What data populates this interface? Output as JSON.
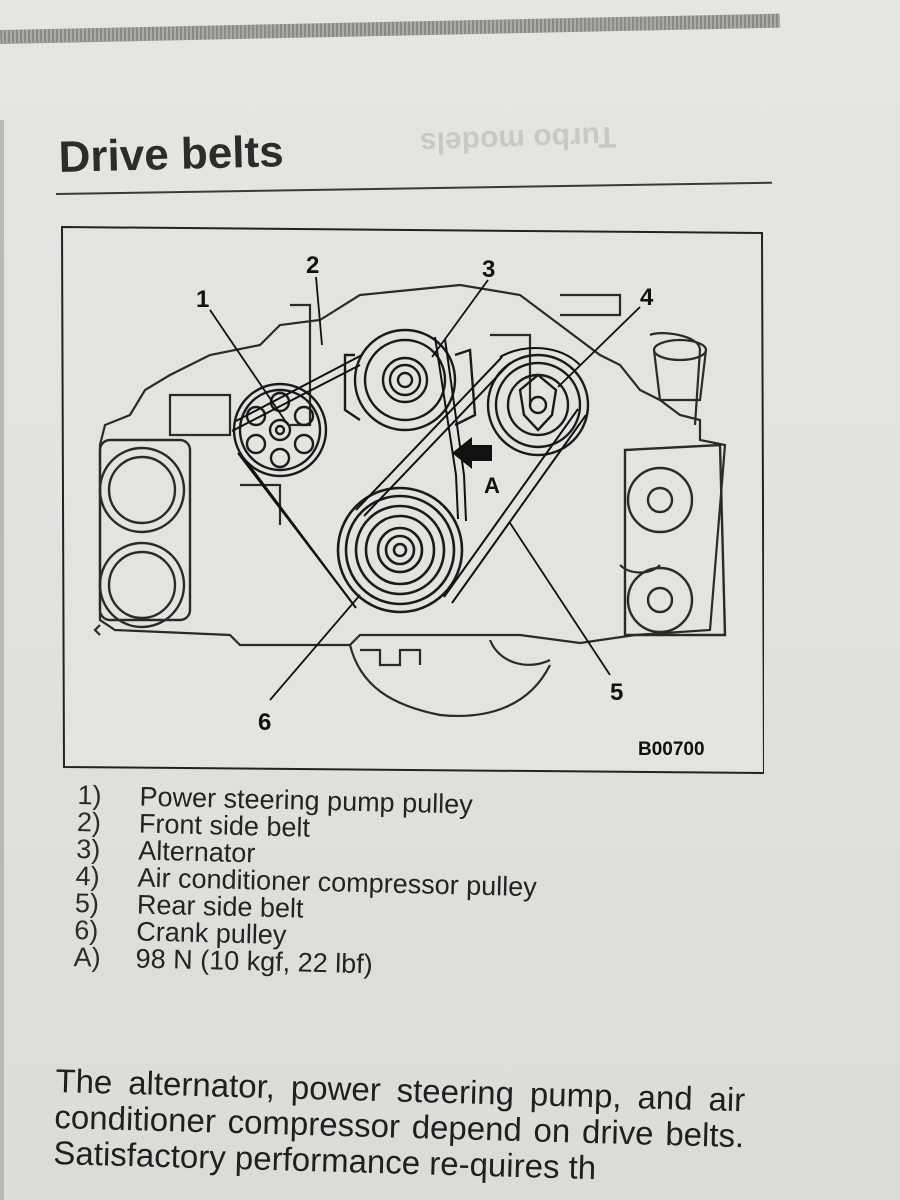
{
  "section": {
    "title": "Drive belts",
    "mirrored_bleed_through": "Turbo models"
  },
  "figure": {
    "code": "B00700",
    "callouts": [
      "1",
      "2",
      "3",
      "4",
      "5",
      "6"
    ],
    "arrow_label": "A"
  },
  "legend": [
    {
      "key": "1)",
      "text": "Power steering pump pulley"
    },
    {
      "key": "2)",
      "text": "Front side belt"
    },
    {
      "key": "3)",
      "text": "Alternator"
    },
    {
      "key": "4)",
      "text": "Air conditioner compressor pulley"
    },
    {
      "key": "5)",
      "text": "Rear side belt"
    },
    {
      "key": "6)",
      "text": "Crank pulley"
    },
    {
      "key": "A)",
      "text": "98 N (10 kgf, 22 lbf)"
    }
  ],
  "body": {
    "paragraph": "The alternator, power steering pump, and air conditioner compressor depend on drive belts. Satisfactory performance re-quires th"
  }
}
